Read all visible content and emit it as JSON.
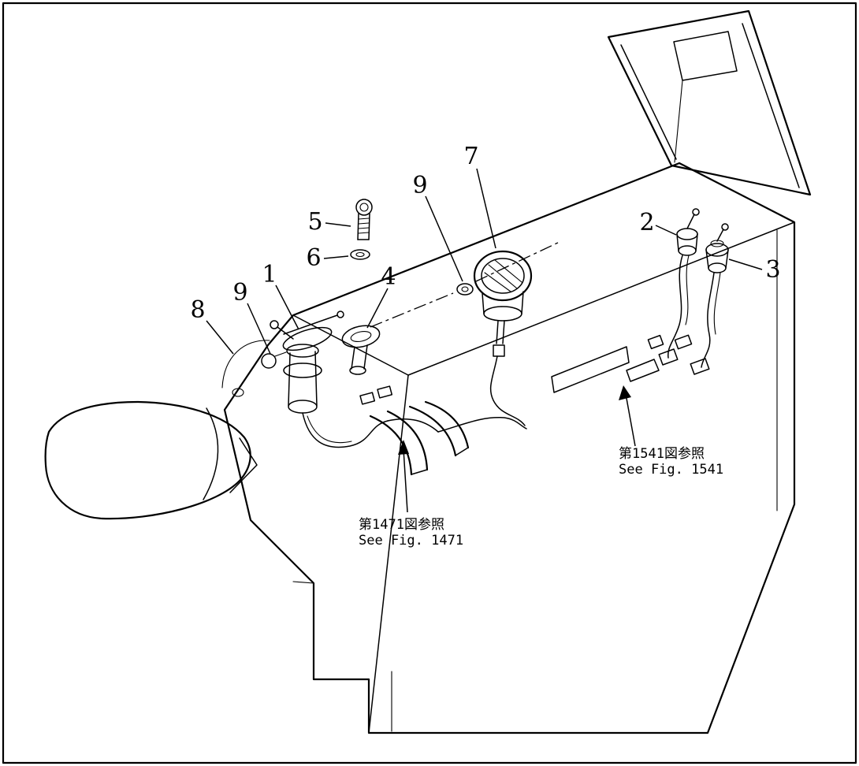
{
  "page": {
    "background_color": "#ffffff",
    "line_color": "#000000",
    "kind": "exploded-parts-line-diagram"
  },
  "callouts": [
    {
      "id": "callout-5",
      "label": "5"
    },
    {
      "id": "callout-6",
      "label": "6"
    },
    {
      "id": "callout-9-top",
      "label": "9"
    },
    {
      "id": "callout-7",
      "label": "7"
    },
    {
      "id": "callout-2",
      "label": "2"
    },
    {
      "id": "callout-3",
      "label": "3"
    },
    {
      "id": "callout-1",
      "label": "1"
    },
    {
      "id": "callout-9-left",
      "label": "9"
    },
    {
      "id": "callout-4",
      "label": "4"
    },
    {
      "id": "callout-8",
      "label": "8"
    }
  ],
  "references": [
    {
      "id": "fig-1471",
      "jp": "第1471図参照",
      "en": "See Fig. 1471"
    },
    {
      "id": "fig-1541",
      "jp": "第1541図参照",
      "en": "See Fig. 1541"
    }
  ]
}
